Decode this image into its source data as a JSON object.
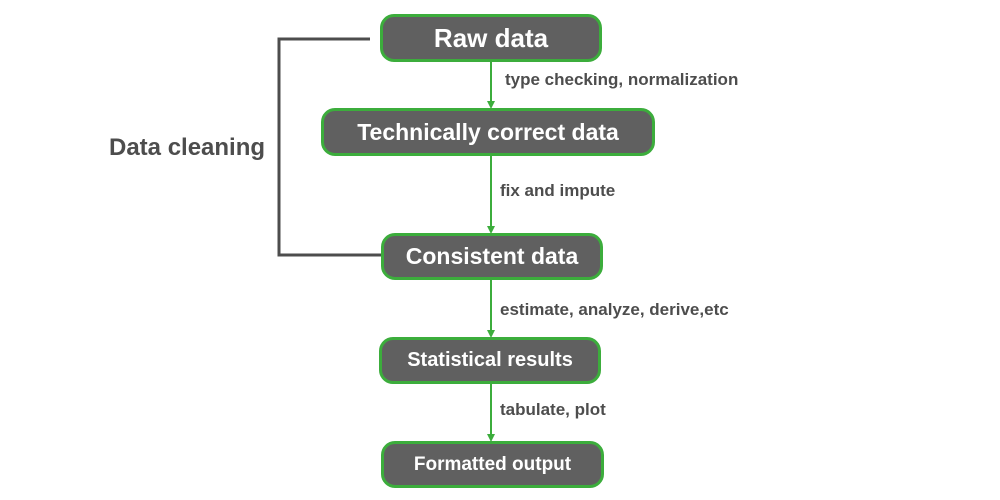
{
  "nodes": {
    "raw": "Raw data",
    "technical": "Technically correct data",
    "consistent": "Consistent data",
    "statistical": "Statistical results",
    "formatted": "Formatted output"
  },
  "edges": {
    "raw_to_technical": "type checking, normalization",
    "technical_to_consistent": "fix and impute",
    "consistent_to_statistical": "estimate, analyze, derive,etc",
    "statistical_to_formatted": "tabulate, plot"
  },
  "bracket": {
    "label": "Data cleaning"
  },
  "colors": {
    "node_fill": "#606060",
    "node_border": "#3cad3c",
    "arrow": "#3cad3c",
    "bracket": "#4d4d4d",
    "text": "#4d4d4d"
  }
}
